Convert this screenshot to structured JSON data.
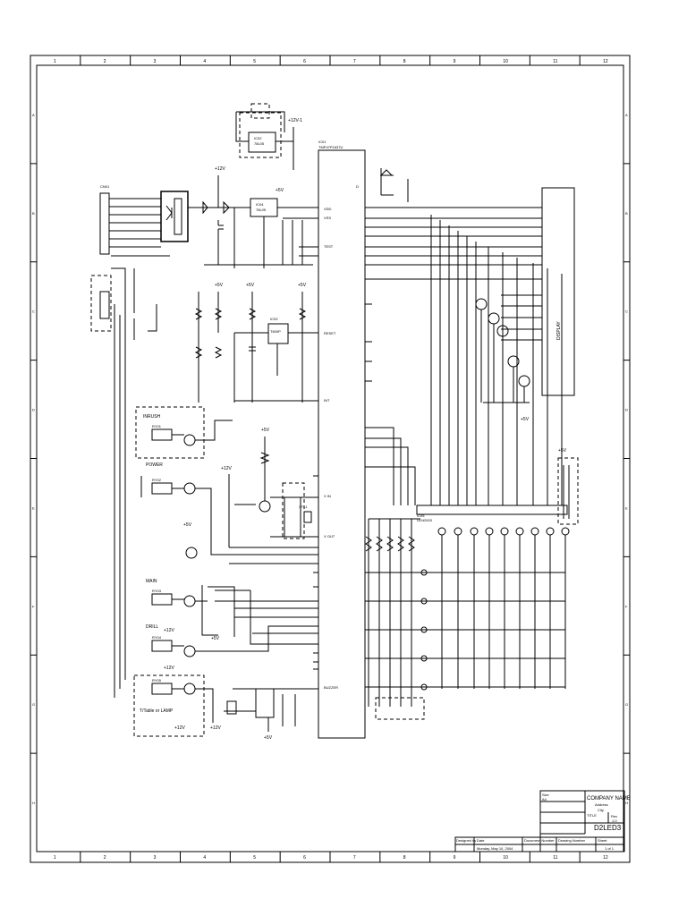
{
  "grid": {
    "columns": [
      "1",
      "2",
      "3",
      "4",
      "5",
      "6",
      "7",
      "8",
      "9",
      "10",
      "11",
      "12"
    ],
    "rows": [
      "A",
      "B",
      "C",
      "D",
      "E",
      "F",
      "G",
      "H"
    ]
  },
  "labels": {
    "plus12v_1": "+12V-1",
    "plus12v": "+12V",
    "plus5v": "+5V",
    "ic_main": "IC01",
    "ic_main_part": "TMP47P1637U",
    "ic_reg1": "IC02",
    "ic_reg1_part": "78L05",
    "ic_reg2": "IC04",
    "ic_reg2_part": "78L05",
    "ic_reset": "IC03",
    "ic_reset_part": "T600P",
    "connector_top": "CN01",
    "display": "DISPLAY",
    "inrush": "INRUSH",
    "power": "POWER",
    "main": "MAIN",
    "drill": "DRILL",
    "ttable": "T/Table or LAMP",
    "vdd": "VDD",
    "vss": "VSS",
    "test": "TEST",
    "reset": "RESET",
    "int": "INT",
    "xin": "X IN",
    "xout": "X OUT",
    "buzzer": "BUZZER",
    "relay_inrush": "RY01",
    "relay_power": "RY02",
    "relay_main": "RY03",
    "relay_drill": "RY04",
    "relay_tt": "RY05",
    "xtal": "XTL1",
    "ic_bottom": "IC05",
    "ic_bottom_part": "ULN2003"
  },
  "title_block": {
    "company": "COMPANY NAME",
    "address": "Address",
    "city": "City",
    "title_label": "TITLE",
    "title": "D2LED3",
    "drawn_by_label": "Designed by",
    "date_label": "Date",
    "date": "Monday, May 10, 2004",
    "sheet_label": "Sheet",
    "sheet": "1 of 1",
    "rev_label": "Rev",
    "rev": "1.0",
    "size_label": "Size",
    "size": "A4",
    "doc_label": "Document Number",
    "drawing_number_label": "Drawing Number"
  }
}
